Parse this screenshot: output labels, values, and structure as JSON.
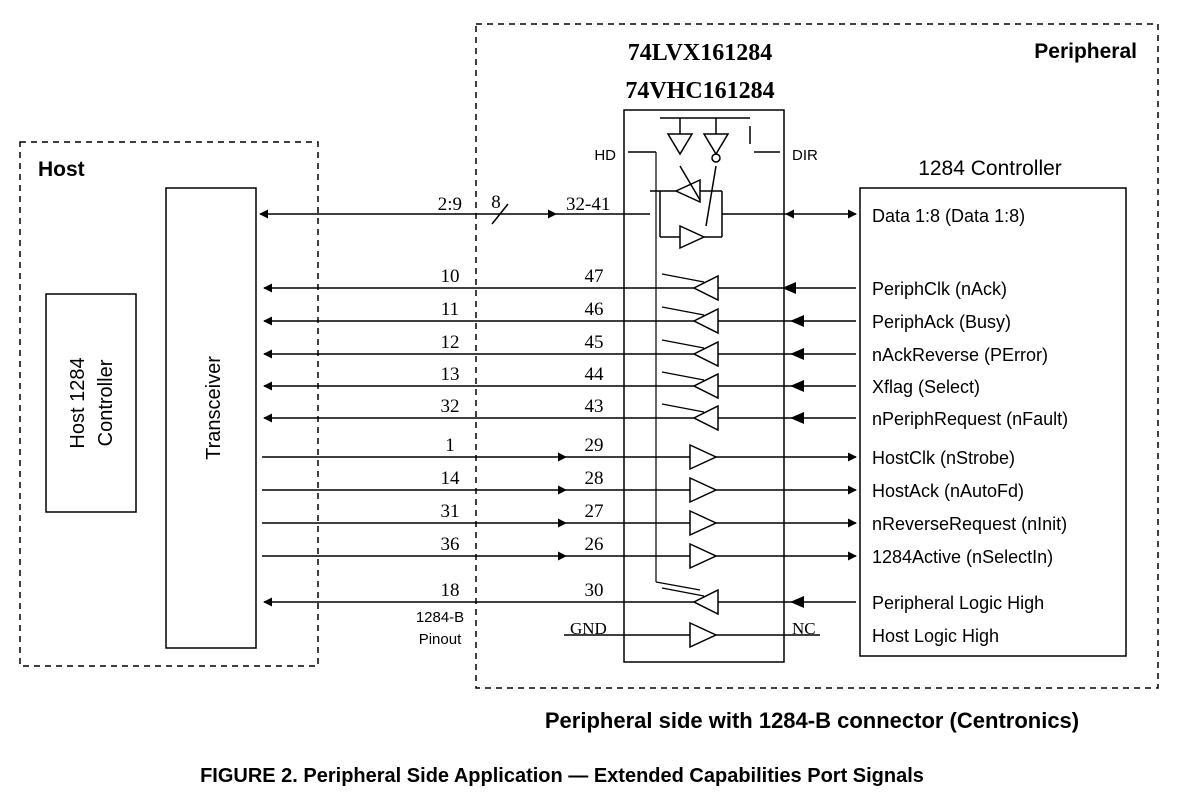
{
  "labels": {
    "host": "Host",
    "peripheral": "Peripheral",
    "chip_line1": "74LVX161284",
    "chip_line2": "74VHC161284",
    "hd": "HD",
    "dir": "DIR",
    "host_controller_line1": "Host 1284",
    "host_controller_line2": "Controller",
    "transceiver": "Transceiver",
    "controller_1284": "1284 Controller",
    "pinout_line1": "1284-B",
    "pinout_line2": "Pinout",
    "gnd": "GND",
    "nc": "NC",
    "bus_width": "8",
    "connector_caption": "Peripheral side with 1284-B connector (Centronics)",
    "figure_caption": "FIGURE 2. Peripheral Side Application — Extended Capabilities Port Signals"
  },
  "data_bus": {
    "connector_pins": "2:9",
    "chip_pins": "32-41",
    "signal": "Data 1:8 (Data 1:8)"
  },
  "signals": [
    {
      "connector_pin": "10",
      "chip_pin": "47",
      "name": "PeriphClk (nAck)",
      "direction": "to-host"
    },
    {
      "connector_pin": "11",
      "chip_pin": "46",
      "name": "PeriphAck (Busy)",
      "direction": "to-host"
    },
    {
      "connector_pin": "12",
      "chip_pin": "45",
      "name": "nAckReverse (PError)",
      "direction": "to-host"
    },
    {
      "connector_pin": "13",
      "chip_pin": "44",
      "name": "Xflag (Select)",
      "direction": "to-host"
    },
    {
      "connector_pin": "32",
      "chip_pin": "43",
      "name": "nPeriphRequest (nFault)",
      "direction": "to-host"
    },
    {
      "connector_pin": "1",
      "chip_pin": "29",
      "name": "HostClk (nStrobe)",
      "direction": "to-peripheral"
    },
    {
      "connector_pin": "14",
      "chip_pin": "28",
      "name": "HostAck (nAutoFd)",
      "direction": "to-peripheral"
    },
    {
      "connector_pin": "31",
      "chip_pin": "27",
      "name": "nReverseRequest (nInit)",
      "direction": "to-peripheral"
    },
    {
      "connector_pin": "36",
      "chip_pin": "26",
      "name": "1284Active (nSelectIn)",
      "direction": "to-peripheral"
    },
    {
      "connector_pin": "18",
      "chip_pin": "30",
      "name": "Peripheral Logic High",
      "direction": "to-host"
    },
    {
      "connector_pin": "",
      "chip_pin": "",
      "name": "Host Logic High",
      "direction": "none"
    }
  ]
}
